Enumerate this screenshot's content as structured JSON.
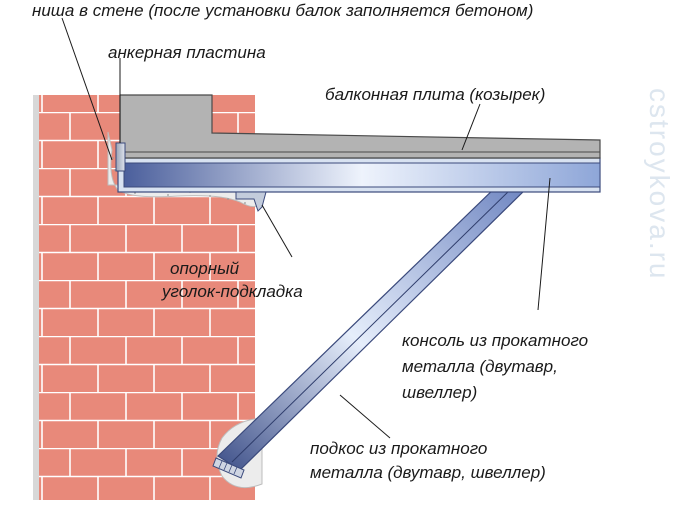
{
  "labels": {
    "niche": "ниша в стене (после установки балок заполняется бетоном)",
    "anchor_plate": "анкерная пластина",
    "balcony_slab": "балконная плита (козырек)",
    "support_angle_line1": "опорный",
    "support_angle_line2": "уголок-подкладка",
    "console_line1": "консоль из прокатного",
    "console_line2": "металла (двутавр,",
    "console_line3": "швеллер)",
    "brace_line1": "подкос из прокатного",
    "brace_line2": "металла (двутавр, швеллер)"
  },
  "watermark": "cstroykova.ru",
  "colors": {
    "brick": "#e8897a",
    "mortar": "#ffffff",
    "concrete_slab": "#b2b2b2",
    "steel_light": "#e6eefb",
    "steel_dark": "#4b5f9c",
    "niche_fill": "#ededed"
  }
}
